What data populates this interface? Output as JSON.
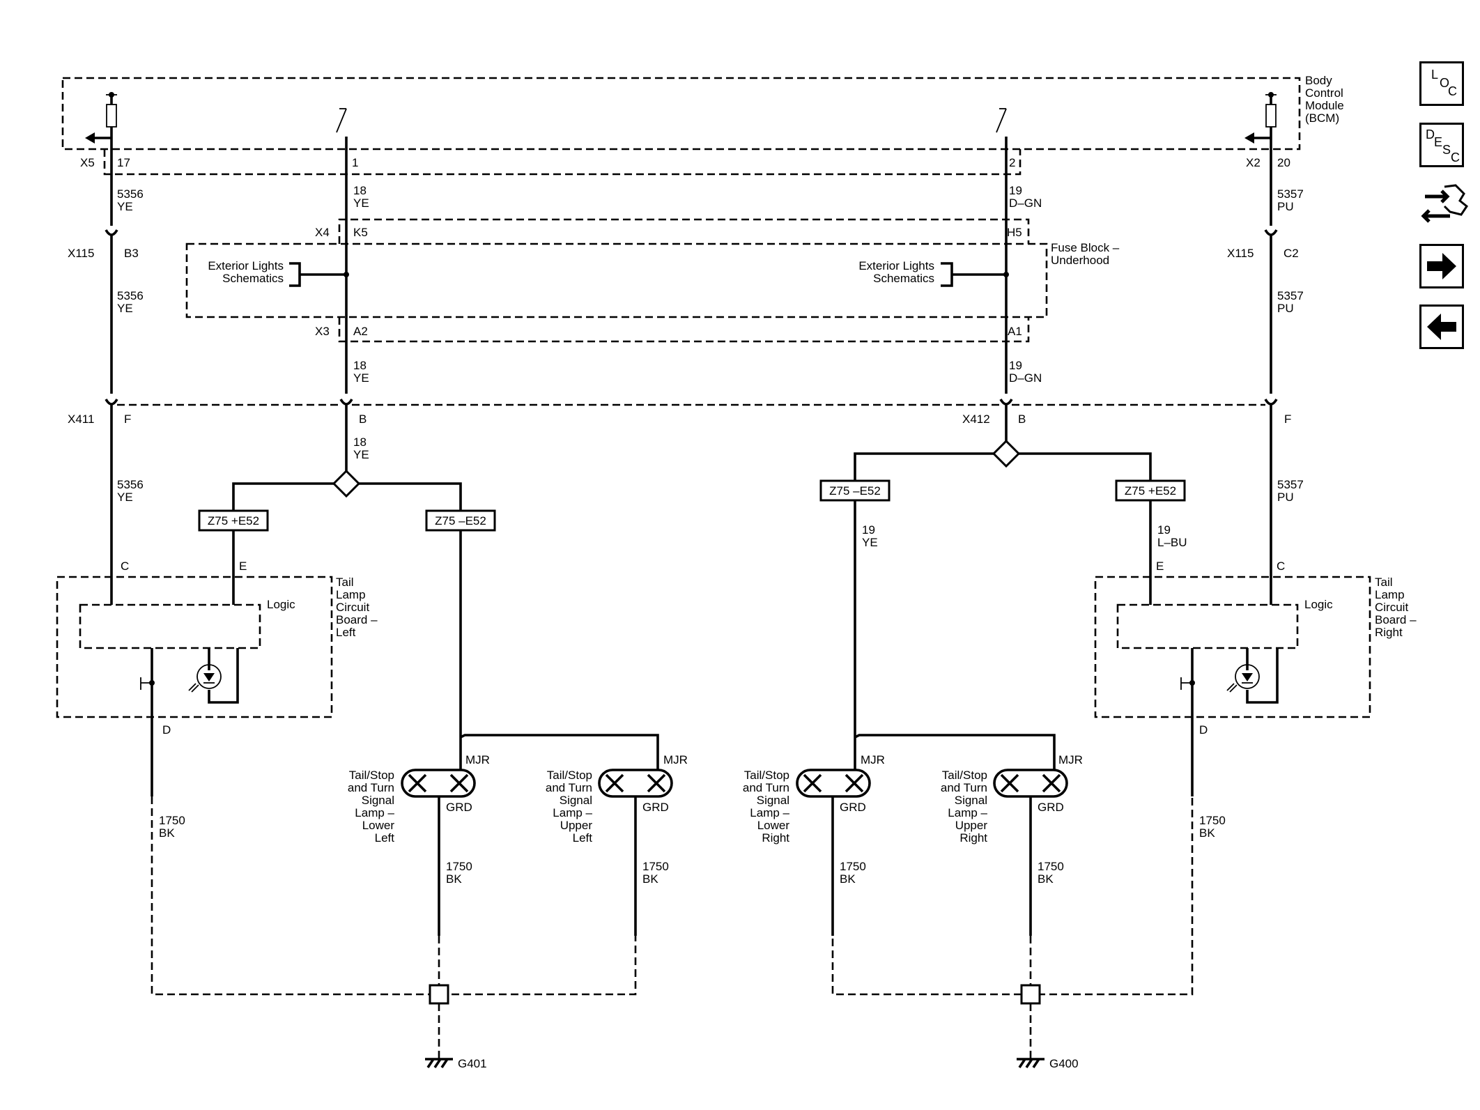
{
  "bcm": {
    "l1": "Body",
    "l2": "Control",
    "l3": "Module",
    "l4": "(BCM)"
  },
  "fuse_block": {
    "l1": "Fuse Block –",
    "l2": "Underhood"
  },
  "ext_left": {
    "l1": "Exterior Lights",
    "l2": "Schematics"
  },
  "ext_right": {
    "l1": "Exterior Lights",
    "l2": "Schematics"
  },
  "tl_board_left": {
    "l1": "Tail",
    "l2": "Lamp",
    "l3": "Circuit",
    "l4": "Board –",
    "l5": "Left"
  },
  "tl_board_right": {
    "l1": "Tail",
    "l2": "Lamp",
    "l3": "Circuit",
    "l4": "Board –",
    "l5": "Right"
  },
  "logic_left": "Logic",
  "logic_right": "Logic",
  "connectors": {
    "x5": "X5",
    "x5_17": "17",
    "pin1": "1",
    "pin2": "2",
    "x2": "X2",
    "x2_20": "20",
    "x4": "X4",
    "k5": "K5",
    "h5": "H5",
    "x115_l": "X115",
    "b3": "B3",
    "x115_r": "X115",
    "c2": "C2",
    "x3": "X3",
    "a2": "A2",
    "a1": "A1",
    "x411": "X411",
    "f_l": "F",
    "b_l": "B",
    "x412": "X412",
    "b_r": "B",
    "f_r": "F",
    "c_l": "C",
    "e_l": "E",
    "e_r": "E",
    "c_r": "C",
    "d_l": "D",
    "d_r": "D"
  },
  "wires": {
    "w1_n": "5356",
    "w1_c": "YE",
    "w2_n": "18",
    "w2_c": "YE",
    "w3_n": "19",
    "w3_c": "D–GN",
    "w4_n": "5357",
    "w4_c": "PU",
    "w5_n": "5356",
    "w5_c": "YE",
    "w6_n": "5357",
    "w6_c": "PU",
    "w7_n": "18",
    "w7_c": "YE",
    "w8_n": "19",
    "w8_c": "D–GN",
    "w9_n": "18",
    "w9_c": "YE",
    "w10_n": "5356",
    "w10_c": "YE",
    "w11_n": "5357",
    "w11_c": "PU",
    "w12_n": "19",
    "w12_c": "YE",
    "w13_n": "19",
    "w13_c": "L–BU",
    "w14_n": "1750",
    "w14_c": "BK",
    "w15_n": "1750",
    "w15_c": "BK",
    "w16_n": "1750",
    "w16_c": "BK",
    "w17_n": "1750",
    "w17_c": "BK",
    "w18_n": "1750",
    "w18_c": "BK",
    "w19_n": "1750",
    "w19_c": "BK"
  },
  "options": {
    "o1": "Z75 +E52",
    "o2": "Z75 –E52",
    "o3": "Z75 –E52",
    "o4": "Z75 +E52"
  },
  "lamps": {
    "ll_1": "Tail/Stop",
    "ll_2": "and Turn",
    "ll_3": "Signal",
    "ll_4": "Lamp –",
    "ll_5": "Lower",
    "ll_6": "Left",
    "ul_1": "Tail/Stop",
    "ul_2": "and Turn",
    "ul_3": "Signal",
    "ul_4": "Lamp –",
    "ul_5": "Upper",
    "ul_6": "Left",
    "lr_1": "Tail/Stop",
    "lr_2": "and Turn",
    "lr_3": "Signal",
    "lr_4": "Lamp –",
    "lr_5": "Lower",
    "lr_6": "Right",
    "ur_1": "Tail/Stop",
    "ur_2": "and Turn",
    "ur_3": "Signal",
    "ur_4": "Lamp –",
    "ur_5": "Upper",
    "ur_6": "Right",
    "mjr1": "MJR",
    "mjr2": "MJR",
    "mjr3": "MJR",
    "mjr4": "MJR",
    "grd1": "GRD",
    "grd2": "GRD",
    "grd3": "GRD",
    "grd4": "GRD"
  },
  "grounds": {
    "g401": "G401",
    "g400": "G400"
  },
  "nav": {
    "loc": {
      "l": "L",
      "o": "O",
      "c": "C"
    },
    "desc": {
      "d": "D",
      "e": "E",
      "s": "S",
      "c": "C"
    }
  }
}
